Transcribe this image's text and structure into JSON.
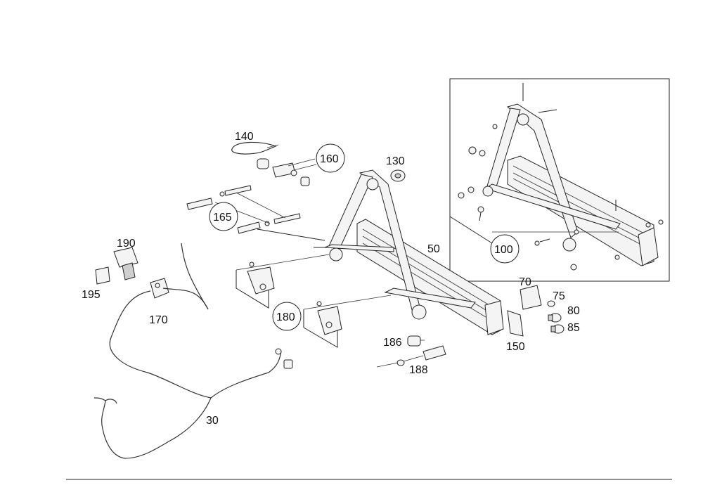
{
  "diagram": {
    "labels": {
      "p30": "30",
      "p50": "50",
      "p70": "70",
      "p75": "75",
      "p80": "80",
      "p85": "85",
      "p100": "100",
      "p130": "130",
      "p140": "140",
      "p150": "150",
      "p160": "160",
      "p165": "165",
      "p170": "170",
      "p180": "180",
      "p186": "186",
      "p188": "188",
      "p190": "190",
      "p195": "195"
    }
  }
}
